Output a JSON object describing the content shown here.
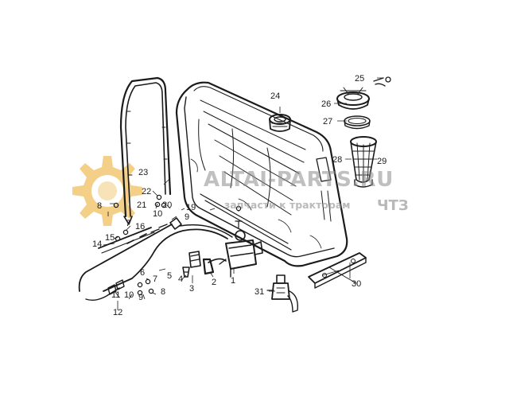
{
  "diagram": {
    "callouts": [
      {
        "id": "c1",
        "text": "1"
      },
      {
        "id": "c2",
        "text": "2"
      },
      {
        "id": "c3",
        "text": "3"
      },
      {
        "id": "c4",
        "text": "4"
      },
      {
        "id": "c5",
        "text": "5"
      },
      {
        "id": "c6",
        "text": "6"
      },
      {
        "id": "c7",
        "text": "7"
      },
      {
        "id": "c8a",
        "text": "8"
      },
      {
        "id": "c8b",
        "text": "8"
      },
      {
        "id": "c9a",
        "text": "9"
      },
      {
        "id": "c9b",
        "text": "9"
      },
      {
        "id": "c10a",
        "text": "10"
      },
      {
        "id": "c10b",
        "text": "10"
      },
      {
        "id": "c11",
        "text": "11"
      },
      {
        "id": "c12",
        "text": "12"
      },
      {
        "id": "c14",
        "text": "14"
      },
      {
        "id": "c15",
        "text": "15"
      },
      {
        "id": "c16",
        "text": "16"
      },
      {
        "id": "c19",
        "text": "19"
      },
      {
        "id": "c20",
        "text": "20"
      },
      {
        "id": "c21",
        "text": "21"
      },
      {
        "id": "c22",
        "text": "22"
      },
      {
        "id": "c23",
        "text": "23"
      },
      {
        "id": "c24",
        "text": "24"
      },
      {
        "id": "c25",
        "text": "25"
      },
      {
        "id": "c26",
        "text": "26"
      },
      {
        "id": "c27",
        "text": "27"
      },
      {
        "id": "c28",
        "text": "28"
      },
      {
        "id": "c29",
        "text": "29"
      },
      {
        "id": "c30",
        "text": "30"
      },
      {
        "id": "c31",
        "text": "31"
      }
    ]
  },
  "watermark": {
    "site": "ALTAI-PARTS.RU",
    "tagline": "запчасти к тракторам",
    "brand": "ЧТЗ",
    "logo_color": "#f2c46b"
  },
  "colors": {
    "ink": "#1b1b1b",
    "background": "#ffffff"
  }
}
